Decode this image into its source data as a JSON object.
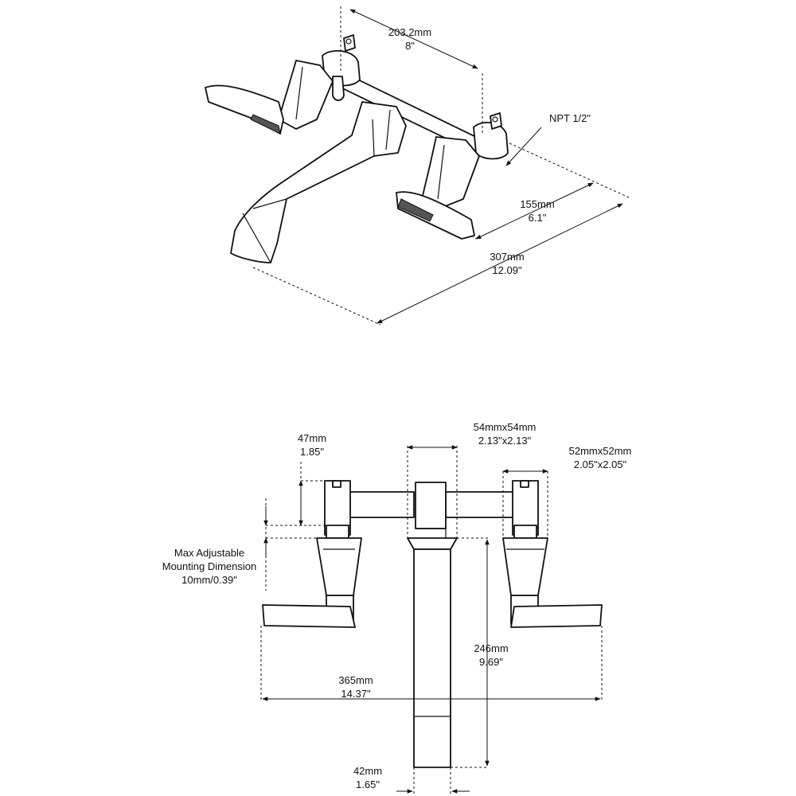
{
  "top_view": {
    "spacing": {
      "mm": "203.2mm",
      "in": "8\""
    },
    "thread": "NPT 1/2\"",
    "spout_reach": {
      "mm": "155mm",
      "in": "6.1\""
    },
    "overall_depth": {
      "mm": "307mm",
      "in": "12.09\""
    }
  },
  "front_view": {
    "valve_height": {
      "mm": "47mm",
      "in": "1.85\""
    },
    "spout_base": {
      "mm": "54mmx54mm",
      "in": "2.13\"x2.13\""
    },
    "handle_base": {
      "mm": "52mmx52mm",
      "in": "2.05\"x2.05\""
    },
    "mounting": {
      "line1": "Max Adjustable",
      "line2": "Mounting Dimension",
      "value": "10mm/0.39\""
    },
    "spout_length": {
      "mm": "246mm",
      "in": "9.69\""
    },
    "overall_width": {
      "mm": "365mm",
      "in": "14.37\""
    },
    "spout_width": {
      "mm": "42mm",
      "in": "1.65\""
    }
  },
  "colors": {
    "line": "#111111",
    "background": "#ffffff"
  }
}
